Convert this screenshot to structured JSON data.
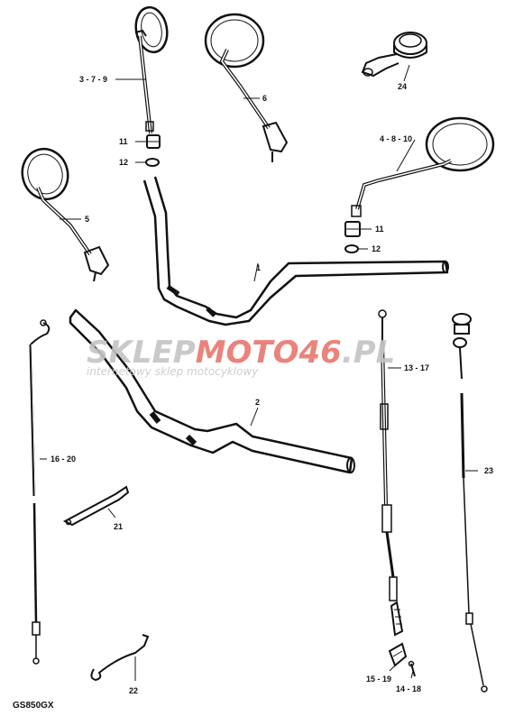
{
  "diagram": {
    "model_code": "GS850GX",
    "labels": {
      "p1": "1",
      "p2": "2",
      "p379": "3 - 7 - 9",
      "p4810": "4 - 8 - 10",
      "p5": "5",
      "p6": "6",
      "p11a": "11",
      "p11b": "11",
      "p12a": "12",
      "p12b": "12",
      "p1317": "13 - 17",
      "p1418": "14 - 18",
      "p1519": "15 - 19",
      "p1620": "16 - 20",
      "p21": "21",
      "p22": "22",
      "p23": "23",
      "p24": "24"
    }
  },
  "watermark": {
    "brand_a": "SKLEP",
    "brand_b": "MOTO",
    "brand_c": "46",
    "brand_d": ".PL",
    "tagline": "internetowy sklep motocyklowy",
    "colors": {
      "grey": "#c4c4c4",
      "red": "#e8766d"
    }
  }
}
